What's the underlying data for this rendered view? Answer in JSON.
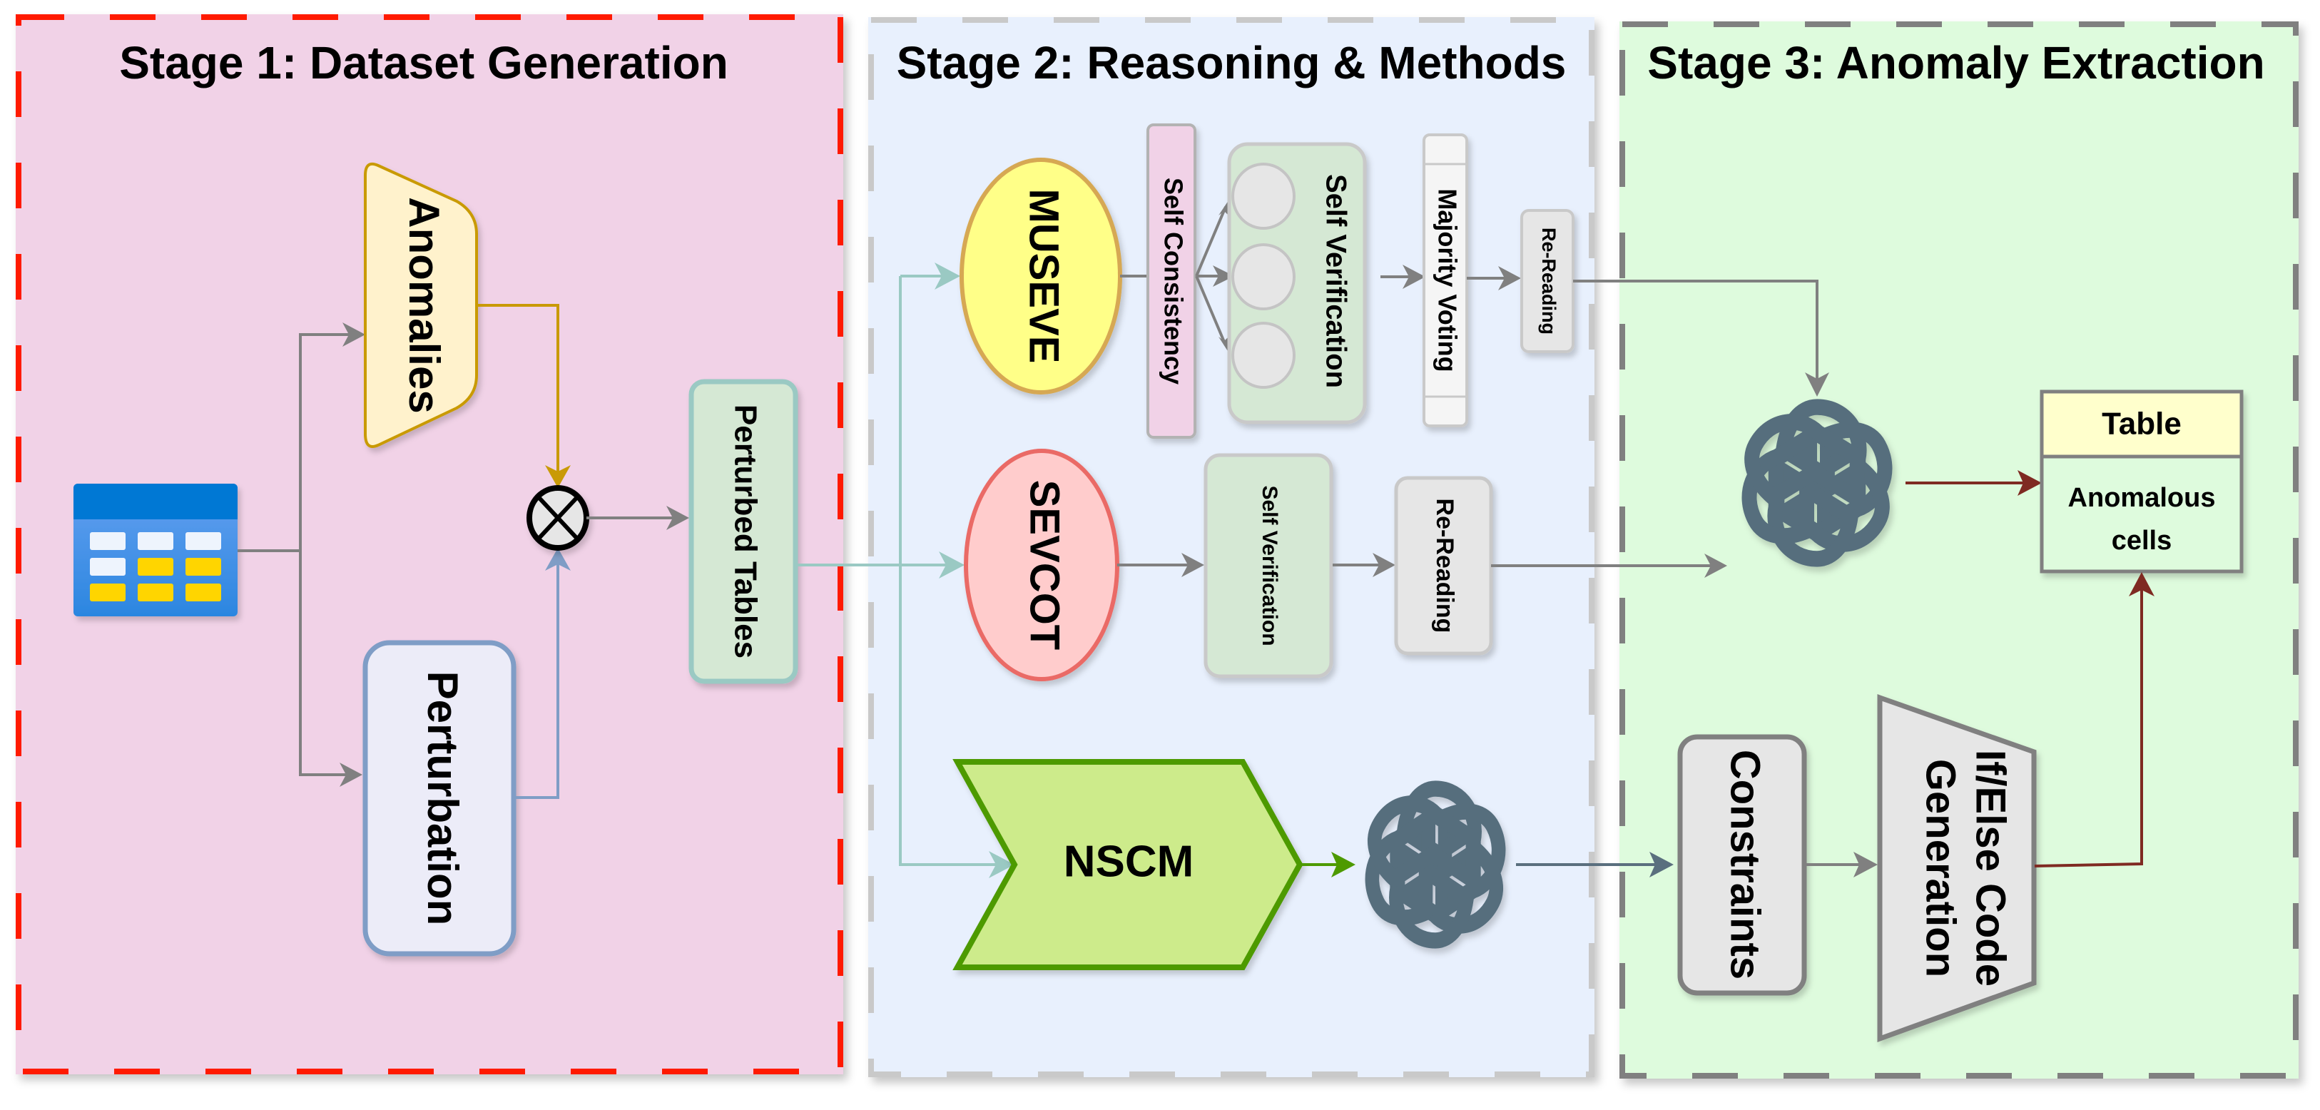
{
  "stages": [
    {
      "title": "Stage 1: Dataset Generation",
      "bg": "#f1d2e7",
      "border": "#ff1a00"
    },
    {
      "title": "Stage 2: Reasoning & Methods",
      "bg": "#e8f0fd",
      "border": "#c9c9c9"
    },
    {
      "title": "Stage 3: Anomaly Extraction",
      "bg": "#defbdd",
      "border": "#808080"
    }
  ],
  "stage1": {
    "source_icon": "table-icon",
    "anomalies": "Anomalies",
    "perturbation": "Perturbation",
    "combine_icon": "otimes-icon",
    "perturbed_tables": "Perturbed Tables"
  },
  "stage2": {
    "museve": "MUSEVE",
    "self_consistency": "Self Consistency",
    "self_verification_museve": "Self Verification",
    "majority_voting": "Majority Voting",
    "rereading_museve": "Re-Reading",
    "sevcot": "SEVCOT",
    "self_verification_sevcot": "Self Verification",
    "rereading_sevcot": "Re-Reading",
    "nscm": "NSCM",
    "llm_icon": "openai-logo-icon"
  },
  "stage3": {
    "llm_icon": "openai-logo-icon",
    "output_table_header": "Table",
    "output_table_line1": "Anomalous",
    "output_table_line2": "cells",
    "constraints": "Constraints",
    "ifelse_line1": "If/Else Code",
    "ifelse_line2": "Generation"
  },
  "colors": {
    "arrow_gray": "#808080",
    "arrow_teal": "#9ac9c3",
    "arrow_gold": "#c99a06",
    "arrow_blue": "#7f9dc6",
    "arrow_green": "#4d9a00",
    "arrow_red": "#7f2a22",
    "arrow_slate": "#5a6f7e",
    "logo": "#566e7d"
  }
}
